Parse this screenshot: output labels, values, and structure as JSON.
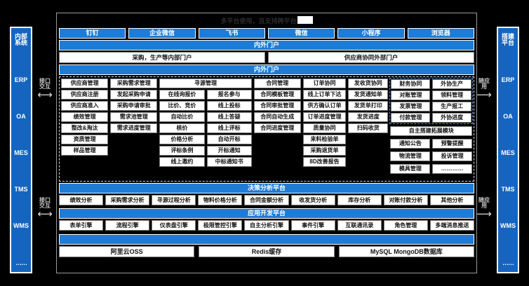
{
  "title": "多平台使用，且支持跨平台",
  "colors": {
    "brand_blue": "#1E7BD6",
    "rail_blue": "#1565C0",
    "cell_white": "#ffffff"
  },
  "channels": [
    "钉钉",
    "企业微信",
    "飞书",
    "微信",
    "小程序",
    "浏览器"
  ],
  "left_rail": {
    "items": [
      "内部\n系统",
      "ERP",
      "OA",
      "MES",
      "TMS",
      "WMS",
      "……"
    ]
  },
  "right_rail": {
    "items": [
      "搭建\n平台",
      "ERP",
      "OA",
      "MES",
      "TMS",
      "WMS",
      "……"
    ]
  },
  "arrows": {
    "left_top": {
      "label": "接口\n交互",
      "glyph": "⟷"
    },
    "left_bottom": {
      "label": "接口\n交互",
      "glyph": "⟷"
    },
    "right_top": {
      "label": "随应\n用",
      "glyph": "⟶"
    },
    "right_bottom": {
      "label": "随应\n用",
      "glyph": "⟶"
    }
  },
  "portal": {
    "header_1": "内外门户",
    "items": [
      "采购，生产等内部门户",
      "供应商协同外部门户"
    ],
    "header_2": "内外门户"
  },
  "modules": [
    {
      "header": "供应商管理",
      "items": [
        "供应商注册",
        "供应商准入",
        "绩效管理",
        "整改&淘汰",
        "资质管理",
        "样品管理"
      ]
    },
    {
      "header": "采购需求管理",
      "items": [
        "发起采购申请",
        "采购申请审批",
        "需求池管理",
        "需求进度管理"
      ]
    },
    {
      "header": "寻源管理",
      "wide": true,
      "sub_a": [
        "在线询报价",
        "比价、竞价",
        "自动比价",
        "核价",
        "价格分析",
        "评标条例",
        "线上邀约"
      ],
      "sub_b": [
        "报名参与",
        "线上投标",
        "线上答疑",
        "线上评标",
        "自动开标",
        "开标通知",
        "中标通知书"
      ]
    },
    {
      "header": "合同管理",
      "items": [
        "合同模板管理",
        "合同审批管理",
        "合同自动生成",
        "合同进度管理"
      ]
    },
    {
      "header": "订单协同",
      "items": [
        "线上订单下达",
        "供方确认订单",
        "订单进度管理",
        "质量协同",
        "来料检验单",
        "采购退货单",
        "8D改善报告"
      ]
    },
    {
      "header": "发收货协同",
      "items": [
        "发货通知单",
        "发货单打印",
        "发货进度",
        "扫码收货"
      ]
    }
  ],
  "finance_group": {
    "headers": [
      "财务协同",
      "外协生产"
    ],
    "rows": [
      [
        "对账管理",
        "领料管理"
      ],
      [
        "发票管理",
        "生产报工"
      ],
      [
        "付款管理",
        "外协进度"
      ]
    ],
    "expand_label": "自主搭建拓展模块",
    "extra_rows": [
      [
        "通知公告",
        "预警提醒"
      ],
      [
        "物流管理",
        "投诉管理"
      ],
      [
        "模具管理",
        "…………"
      ]
    ]
  },
  "decision": {
    "header": "决策分析平台",
    "items": [
      "绩效分析",
      "采购需求分析",
      "寻源过程分析",
      "物料价格分析",
      "合同金额分析",
      "收发货分析",
      "库存分析",
      "对账付款分析",
      "其他分析"
    ]
  },
  "app_platform": {
    "header": "应用开发平台",
    "items": [
      "表单引擎",
      "流程引擎",
      "仪表盘引擎",
      "极限管控引擎",
      "自主分析引擎",
      "事件引擎",
      "互联通讯录",
      "角色管理",
      "多端消息推送"
    ]
  },
  "infra": {
    "items": [
      "阿里云OSS",
      "Redis缓存",
      "MySQL MongoDB数据库"
    ]
  }
}
